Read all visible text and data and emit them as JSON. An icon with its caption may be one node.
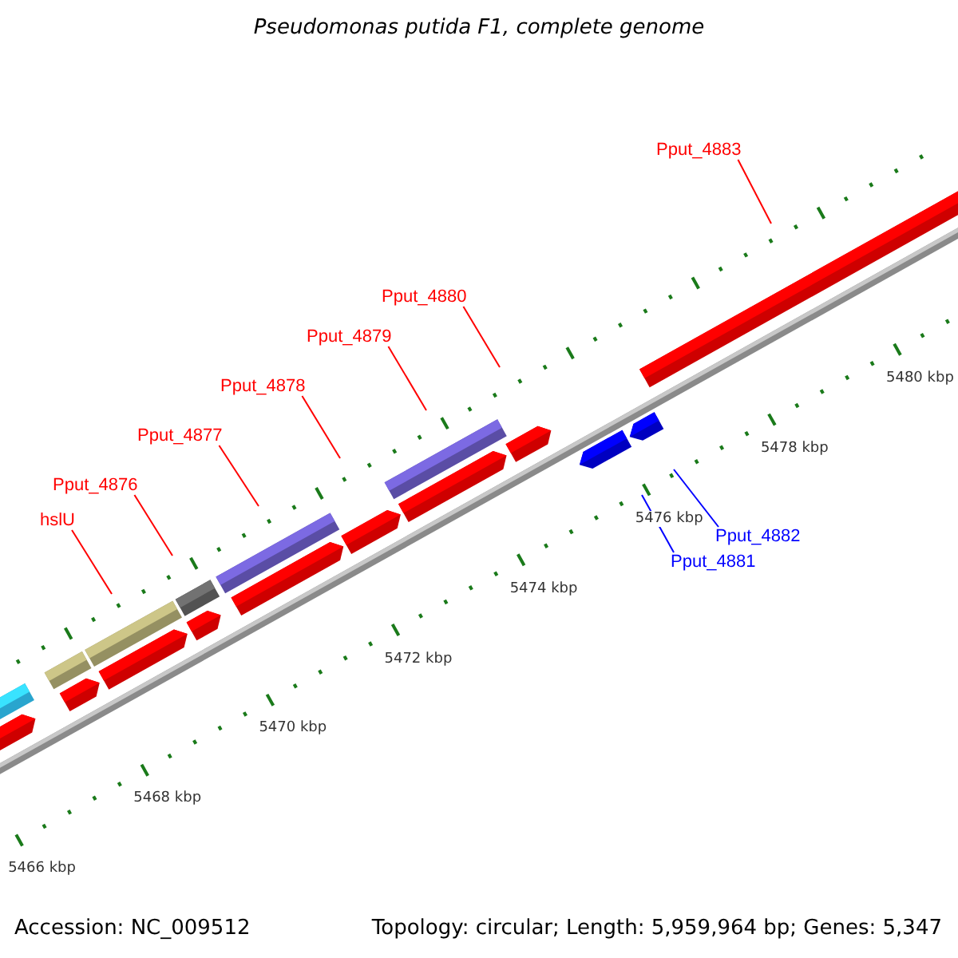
{
  "diagram": {
    "title": "Pseudomonas putida F1, complete genome",
    "nodes": [
      {
        "text": [
          "Pput_4883"
        ]
      },
      {
        "text": [
          "Pput_4880"
        ]
      },
      {
        "text": [
          "Pput_4879"
        ]
      },
      {
        "text": [
          "Pput_4878"
        ]
      },
      {
        "text": [
          "Pput_4877"
        ]
      },
      {
        "text": [
          "Pput_4876"
        ]
      },
      {
        "text": [
          "hslU"
        ]
      },
      {
        "text": [
          "Pput_4882"
        ]
      },
      {
        "text": [
          "Pput_4881"
        ]
      }
    ],
    "edges": [
      {
        "from": 0,
        "to": null,
        "arrow": "none"
      },
      {
        "from": 1,
        "to": null,
        "arrow": "none"
      },
      {
        "from": 2,
        "to": null,
        "arrow": "none"
      },
      {
        "from": 3,
        "to": null,
        "arrow": "none"
      },
      {
        "from": 4,
        "to": null,
        "arrow": "none"
      },
      {
        "from": 5,
        "to": null,
        "arrow": "none"
      },
      {
        "from": 6,
        "to": null,
        "arrow": "none"
      },
      {
        "from": 7,
        "to": null,
        "arrow": "none",
        "color": "#0000ff"
      },
      {
        "from": 8,
        "to": null,
        "arrow": "none",
        "color": "#0000ff"
      }
    ],
    "labels": [
      "5480 kbp",
      "5478 kbp",
      "5476 kbp",
      "5474 kbp",
      "5472 kbp",
      "5470 kbp",
      "5468 kbp",
      "5466 kbp",
      "Accession: NC_009512",
      "Topology: circular; Length: 5,959,964 bp; Genes: 5,347"
    ]
  }
}
